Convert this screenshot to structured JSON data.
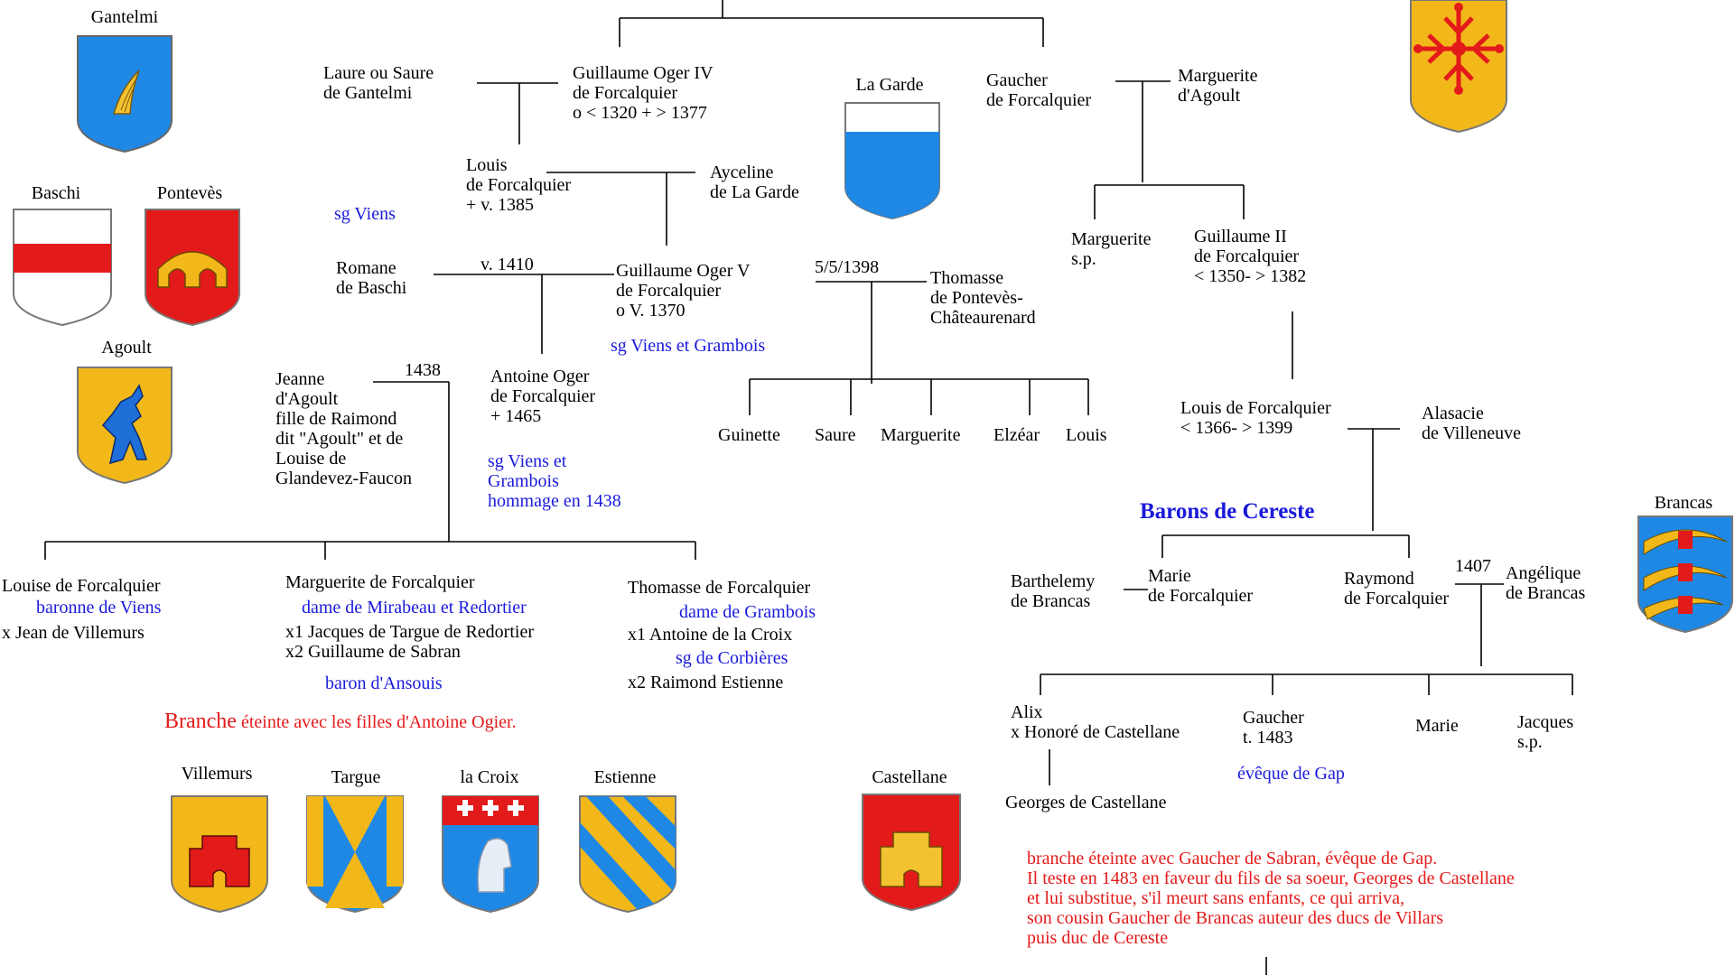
{
  "colors": {
    "blue_text": "#1a1adc",
    "red_text": "#e41a1a",
    "shield_gold": "#f2b81a",
    "shield_red": "#e31a1a",
    "shield_blue": "#1f88e5"
  },
  "arms": {
    "gantelmi": "Gantelmi",
    "baschi": "Baschi",
    "pontevès": "Pontevès",
    "agoult": "Agoult",
    "lagarde": "La Garde",
    "brancas": "Brancas",
    "villemurs": "Villemurs",
    "targue": "Targue",
    "lacroix": "la Croix",
    "estienne": "Estienne",
    "castellane": "Castellane"
  },
  "people": {
    "laure": "Laure ou Saure\nde Gantelmi",
    "guillaume4": "Guillaume Oger IV\nde Forcalquier\no < 1320 + > 1377",
    "louis_forc": "Louis\nde Forcalquier\n+ v. 1385",
    "ayceline": "Ayceline\nde La Garde",
    "sg_viens": "sg Viens",
    "romane": "Romane\nde Baschi",
    "m1410": "v. 1410",
    "guillaume5": "Guillaume Oger V\nde Forcalquier\no V. 1370",
    "sg_viens_grambois": "sg Viens et Grambois",
    "m1398": "5/5/1398",
    "thomasse_pont": "Thomasse\nde Pontevès-\nChâteaurenard",
    "gaucher": "Gaucher\nde Forcalquier",
    "marguerite_agoult": "Marguerite\nd'Agoult",
    "marguerite_sp": "Marguerite\ns.p.",
    "guillaume2": "Guillaume II\nde Forcalquier\n< 1350- > 1382",
    "jeanne": "Jeanne\nd'Agoult\nfille de Raimond\ndit \"Agoult\" et de\nLouise de\nGlandevez-Faucon",
    "m1438": "1438",
    "antoine": "Antoine Oger\nde Forcalquier\n+ 1465",
    "antoine_sg": "sg Viens et\nGrambois\nhommage en 1438",
    "guinette": "Guinette",
    "saure": "Saure",
    "marguerite_c": "Marguerite",
    "elzear": "Elzéar",
    "louis_c": "Louis",
    "louis_1399": "Louis de Forcalquier\n< 1366- > 1399",
    "alasacie": "Alasacie\nde Villeneuve",
    "barons": "Barons de Cereste",
    "louise": "Louise de Forcalquier",
    "louise_t": "baronne de Viens",
    "louise_x": "x Jean de Villemurs",
    "marg_f": "Marguerite de Forcalquier",
    "marg_f_t": "dame de Mirabeau et Redortier",
    "marg_f_x": "x1 Jacques de Targue de Redortier\nx2 Guillaume de Sabran",
    "marg_f_b": "baron d'Ansouis",
    "thom_f": "Thomasse de Forcalquier",
    "thom_f_t": "dame de Grambois",
    "thom_f_x1": "x1 Antoine de la Croix",
    "thom_f_sg": "sg de Corbières",
    "thom_f_x2": "x2 Raimond Estienne",
    "branche_word": "Branche",
    "branche_rest": " éteinte avec les filles d'Antoine Ogier.",
    "barthelemy": "Barthelemy\nde Brancas",
    "marie_f": "Marie\nde Forcalquier",
    "raymond": "Raymond\nde Forcalquier",
    "m1407": "1407",
    "angelique": "Angélique\nde Brancas",
    "alix": "Alix\nx Honoré de Castellane",
    "gaucher_t": "Gaucher\nt. 1483",
    "eveque": "évêque de Gap",
    "marie_c": "Marie",
    "jacques": "Jacques\ns.p.",
    "georges": "Georges de Castellane",
    "note": "branche éteinte avec Gaucher de Sabran, évêque de Gap.\nIl teste en 1483 en faveur du fils de sa soeur, Georges de Castellane\net lui substitue, s'il meurt sans enfants, ce qui arriva,\nson cousin Gaucher de Brancas auteur des ducs de Villars\npuis duc de Cereste"
  }
}
